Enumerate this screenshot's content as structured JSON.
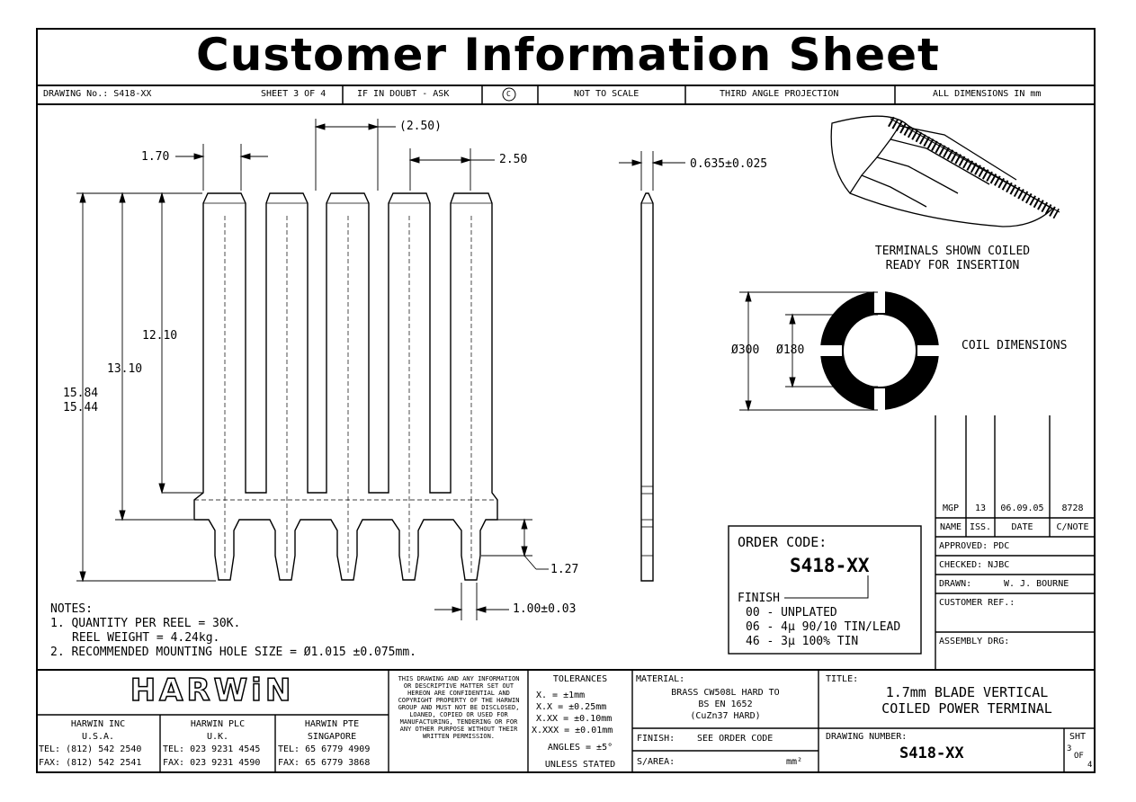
{
  "sheet": {
    "title": "Customer Information Sheet",
    "drawing_no": "DRAWING No.: S418-XX",
    "sheet_no": "SHEET 3 OF 4",
    "if_in_doubt": "IF IN DOUBT - ASK",
    "copyright_symbol": "C",
    "not_to_scale": "NOT TO SCALE",
    "projection": "THIRD ANGLE PROJECTION",
    "dimensions_unit": "ALL DIMENSIONS IN mm"
  },
  "dimensions": {
    "pitch": "(2.50)",
    "blade_width": "1.70",
    "gap": "2.50",
    "thickness": "0.635±0.025",
    "len_12_10": "12.10",
    "len_13_10": "13.10",
    "len_15_84": "15.84",
    "len_15_44": "15.44",
    "len_1_27": "1.27",
    "tail_width": "1.00±0.03",
    "coil_outer": "Ø300",
    "coil_inner": "Ø180"
  },
  "labels": {
    "coiled_1": "TERMINALS SHOWN COILED",
    "coiled_2": "READY FOR INSERTION",
    "coil_dimensions": "COIL DIMENSIONS"
  },
  "notes": {
    "heading": "NOTES:",
    "n1": "1. QUANTITY PER REEL = 30K.",
    "n1b": "REEL WEIGHT = 4.24kg.",
    "n2": "2. RECOMMENDED MOUNTING HOLE SIZE = Ø1.015 ±0.075mm."
  },
  "order": {
    "heading": "ORDER CODE:",
    "code": "S418-XX",
    "finish_label": "FINISH",
    "opt1": "00 - UNPLATED",
    "opt2": "06 - 4µ 90/10 TIN/LEAD",
    "opt3": "46 - 3µ 100% TIN"
  },
  "revision": {
    "name_val": "MGP",
    "iss_val": "13",
    "date_val": "06.09.05",
    "cnote_val": "8728",
    "name_h": "NAME",
    "iss_h": "ISS.",
    "date_h": "DATE",
    "cnote_h": "C/NOTE",
    "approved": "APPROVED: PDC",
    "checked": "CHECKED:  NJBC",
    "drawn_label": "DRAWN:",
    "drawn_val": "W. J. BOURNE",
    "customer_ref": "CUSTOMER REF.:",
    "assembly_drg": "ASSEMBLY DRG:"
  },
  "titleblock": {
    "logo": "HARWiN",
    "inc_name": "HARWIN INC",
    "inc_country": "U.S.A.",
    "inc_tel": "TEL: (812) 542 2540",
    "inc_fax": "FAX: (812) 542 2541",
    "plc_name": "HARWIN PLC",
    "plc_country": "U.K.",
    "plc_tel": "TEL: 023 9231 4545",
    "plc_fax": "FAX: 023 9231 4590",
    "pte_name": "HARWIN PTE",
    "pte_country": "SINGAPORE",
    "pte_tel": "TEL: 65 6779 4909",
    "pte_fax": "FAX: 65 6779 3868",
    "confidential": "THIS DRAWING AND ANY INFORMATION OR DESCRIPTIVE MATTER SET OUT HEREON ARE CONFIDENTIAL AND COPYRIGHT PROPERTY OF THE HARWIN GROUP AND MUST NOT BE DISCLOSED, LOANED, COPIED OR USED FOR MANUFACTURING, TENDERING OR FOR ANY OTHER PURPOSE WITHOUT THEIR WRITTEN PERMISSION.",
    "tolerances": "TOLERANCES",
    "tol1": "X.  = ±1mm",
    "tol2": "X.X  = ±0.25mm",
    "tol3": "X.XX  = ±0.10mm",
    "tol4": "X.XXX = ±0.01mm",
    "angles": "ANGLES = ±5°",
    "unless": "UNLESS STATED",
    "material_label": "MATERIAL:",
    "material_1": "BRASS CW508L HARD TO",
    "material_2": "BS EN 1652",
    "material_3": "(CuZn37 HARD)",
    "finish_label": "FINISH:",
    "finish_val": "SEE ORDER CODE",
    "sarea_label": "S/AREA:",
    "sarea_unit": "mm²",
    "title_label": "TITLE:",
    "title_1": "1.7mm BLADE VERTICAL",
    "title_2": "COILED POWER TERMINAL",
    "drawing_number_label": "DRAWING NUMBER:",
    "drawing_number": "S418-XX",
    "sht_label": "SHT",
    "sht_num": "3",
    "sht_of": "OF",
    "sht_total": "4"
  }
}
